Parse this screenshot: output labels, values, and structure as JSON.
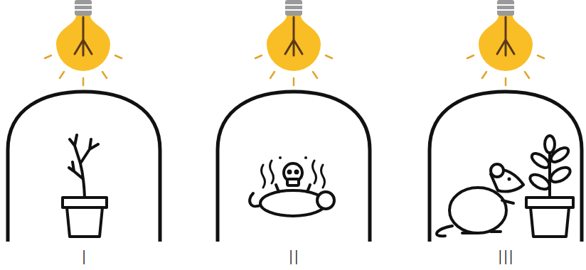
{
  "diagram": {
    "nodes": [
      {
        "text": [
          "I"
        ]
      },
      {
        "text": [
          "II"
        ]
      },
      {
        "text": [
          "III"
        ]
      }
    ]
  }
}
